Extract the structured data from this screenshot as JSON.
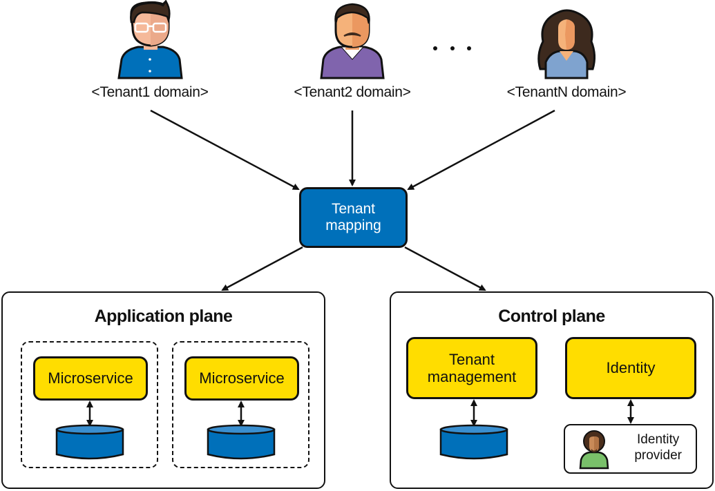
{
  "tenants": [
    {
      "label": "<Tenant1 domain>",
      "avatar": "person-glasses-blue-shirt"
    },
    {
      "label": "<Tenant2 domain>",
      "avatar": "person-mustache-purple-shirt"
    },
    {
      "label": "<TenantN domain>",
      "avatar": "person-long-hair-blue-shirt"
    }
  ],
  "ellipsis": "• • •",
  "tenant_mapping": {
    "line1": "Tenant",
    "line2": "mapping"
  },
  "application_plane": {
    "title": "Application plane",
    "services": [
      {
        "label": "Microservice",
        "storage": "database"
      },
      {
        "label": "Microservice",
        "storage": "database"
      }
    ]
  },
  "control_plane": {
    "title": "Control plane",
    "tenant_management": {
      "line1": "Tenant",
      "line2": "management",
      "storage": "database"
    },
    "identity": {
      "label": "Identity"
    },
    "identity_provider": {
      "line1": "Identity",
      "line2": "provider",
      "avatar": "person-afro-green-shirt"
    }
  },
  "colors": {
    "blue": "#0070ba",
    "yellow": "#ffdd00",
    "outline": "#111111"
  }
}
